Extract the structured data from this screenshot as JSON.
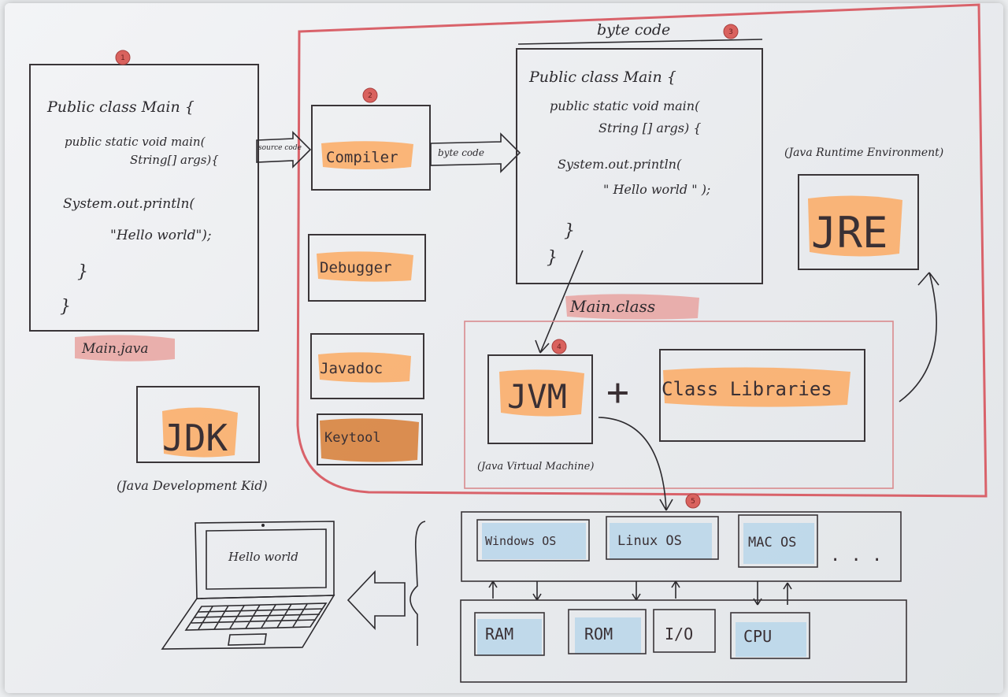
{
  "source_file": {
    "badge": "1",
    "code": [
      "Public class Main {",
      "public static void main(",
      "String[] args){",
      "System.out.println(",
      "\"Hello world\");",
      "}",
      "}"
    ],
    "filename": "Main.java",
    "edge_label": "source code"
  },
  "tools": {
    "compiler_badge": "2",
    "compiler": "Compiler",
    "debugger": "Debugger",
    "javadoc": "Javadoc",
    "keytool": "Keytool",
    "edge_label": "byte code"
  },
  "bytecode": {
    "title": "byte code",
    "badge": "3",
    "code": [
      "Public class Main {",
      "public static void main(",
      "String [] args) {",
      "System.out.println(",
      "\" Hello world \" );",
      "}",
      "}"
    ],
    "filename": "Main.class"
  },
  "jre": {
    "label": "JRE",
    "caption": "(Java Runtime Environment)"
  },
  "runtime": {
    "jvm_badge": "4",
    "jvm": "JVM",
    "plus": "+",
    "class_libraries": "Class Libraries",
    "jvm_caption": "(Java Virtual Machine)"
  },
  "jdk": {
    "label": "JDK",
    "caption": "(Java Development Kid)"
  },
  "os_layer": {
    "badge": "5",
    "items": [
      "Windows OS",
      "Linux OS",
      "MAC OS"
    ],
    "more": ". . ."
  },
  "hardware": {
    "items": [
      "RAM",
      "ROM",
      "I/O",
      "CPU"
    ]
  },
  "laptop": {
    "screen_text": "Hello world"
  },
  "colors": {
    "highlight_orange": "#fbae6a",
    "highlight_blue": "#b9d6ea",
    "outline_red": "#d9626a",
    "ink": "#2c2a2e"
  }
}
